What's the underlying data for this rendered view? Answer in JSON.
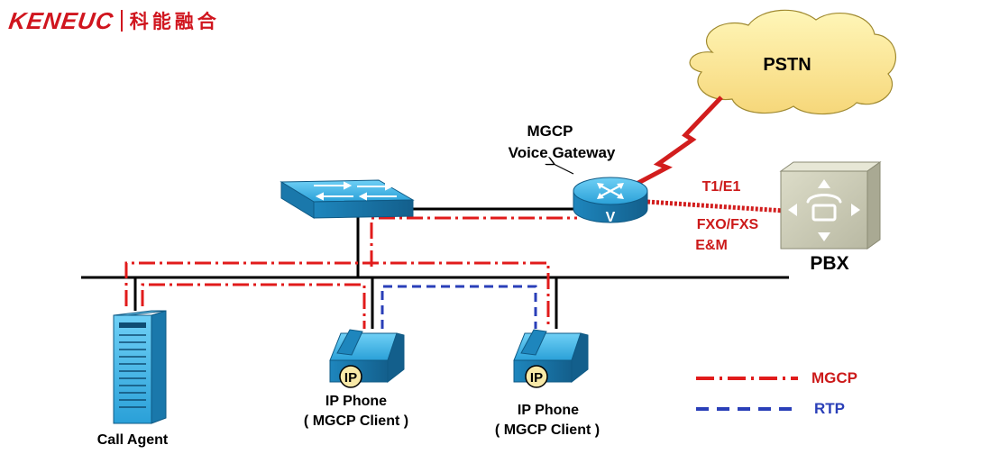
{
  "logo": {
    "brand_en": "KENEUC",
    "brand_cn": "科能融合"
  },
  "cloud": {
    "label": "PSTN"
  },
  "gateway": {
    "title_line1": "MGCP",
    "title_line2": "Voice Gateway",
    "router_mark": "V"
  },
  "trunk": {
    "label_top": "T1/E1",
    "label_mid": "FXO/FXS",
    "label_bot": "E&M"
  },
  "pbx": {
    "label": "PBX"
  },
  "call_agent": {
    "label": "Call Agent"
  },
  "phone1": {
    "label_line1": "IP Phone",
    "label_line2": "( MGCP Client )",
    "badge": "IP"
  },
  "phone2": {
    "label_line1": "IP Phone",
    "label_line2": "( MGCP Client )",
    "badge": "IP"
  },
  "legend": {
    "items": [
      {
        "label": "MGCP",
        "color": "#e11b1b",
        "style": "dash-dot"
      },
      {
        "label": "RTP",
        "color": "#2a3fb8",
        "style": "dashed"
      }
    ]
  },
  "colors": {
    "brand": "#d0151e",
    "mgcp": "#e11b1b",
    "rtp": "#2a3fb8",
    "device": "#2aa0d8"
  }
}
